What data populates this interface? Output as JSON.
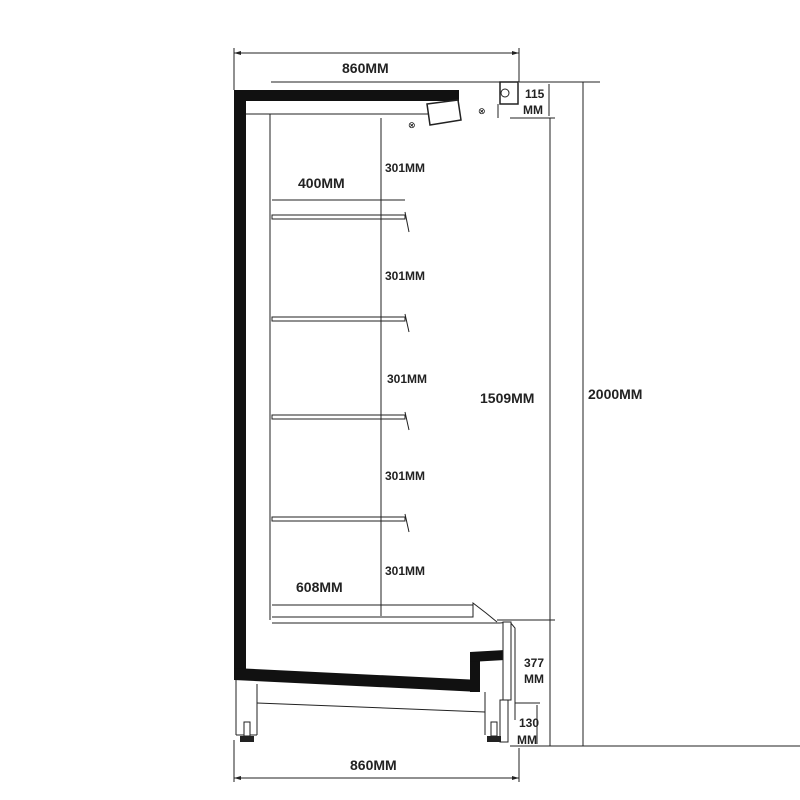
{
  "dimensions": {
    "top_width": "860MM",
    "bottom_width": "860MM",
    "total_height": "2000MM",
    "display_height": "1509MM",
    "canopy_height_num": "115",
    "canopy_height_unit": "MM",
    "front_panel_height_num": "377",
    "front_panel_height_unit": "MM",
    "kick_height_num": "130",
    "kick_height_unit": "MM",
    "shelf_depth": "400MM",
    "base_depth": "608MM",
    "shelf_spacings": [
      "301MM",
      "301MM",
      "301MM",
      "301MM",
      "301MM"
    ]
  },
  "colors": {
    "line": "#222222",
    "wall": "#111111",
    "background": "#ffffff"
  }
}
